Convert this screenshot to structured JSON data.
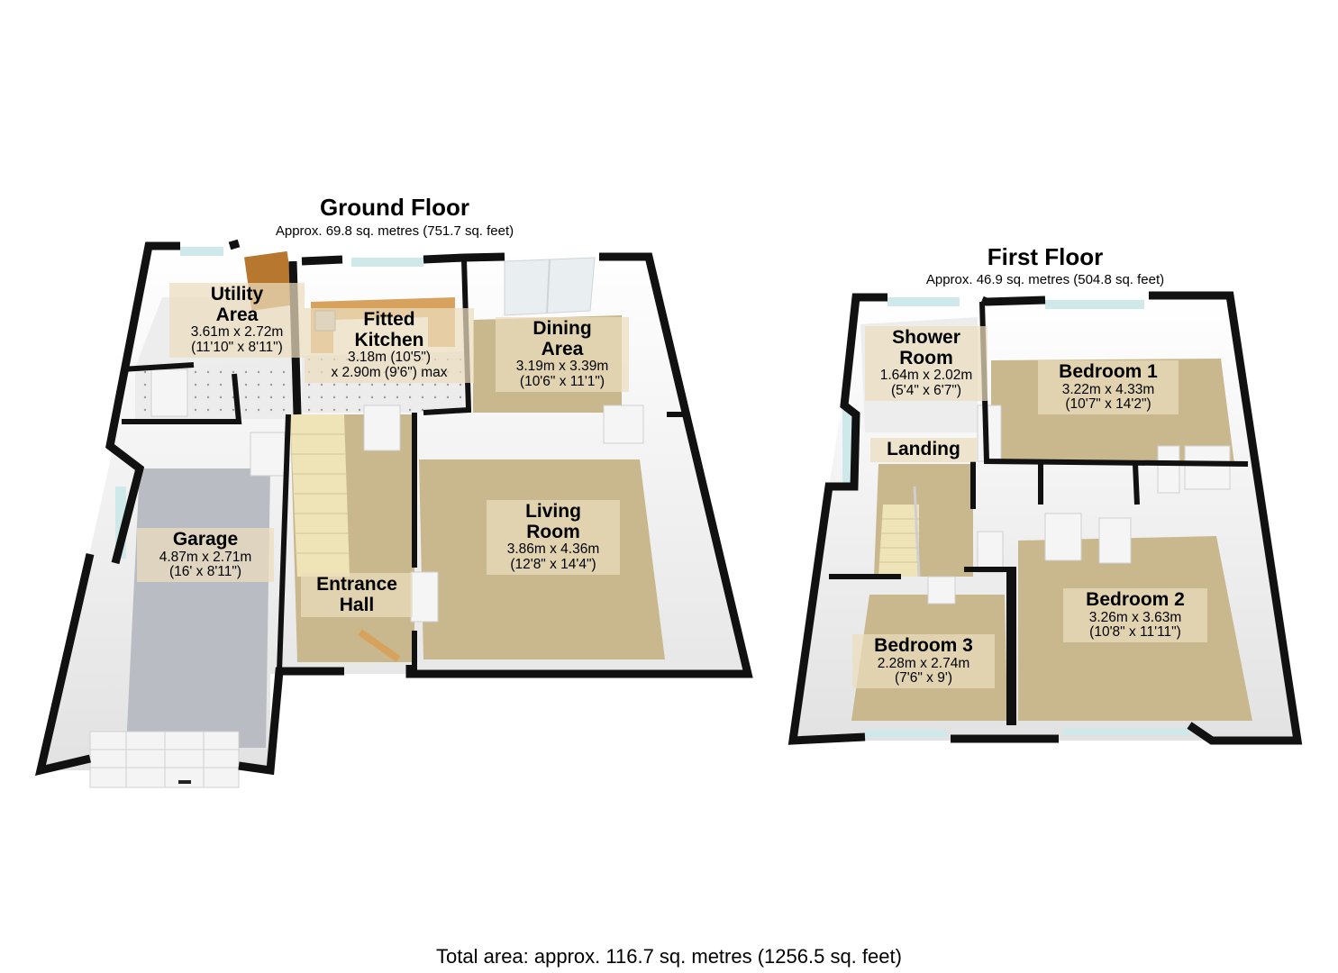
{
  "floors": [
    {
      "title": "Ground Floor",
      "area": "Approx. 69.8 sq. metres (751.7 sq. feet)",
      "rooms": [
        {
          "name_lines": [
            "Utility",
            "Area"
          ],
          "dims": "3.61m x 2.72m",
          "imperial": "(11'10\" x 8'11\")"
        },
        {
          "name_lines": [
            "Fitted",
            "Kitchen"
          ],
          "dims": "3.18m (10'5\")",
          "imperial": "x 2.90m (9'6\") max"
        },
        {
          "name_lines": [
            "Dining",
            "Area"
          ],
          "dims": "3.19m x 3.39m",
          "imperial": "(10'6\" x 11'1\")"
        },
        {
          "name_lines": [
            "Garage"
          ],
          "dims": "4.87m x 2.71m",
          "imperial": "(16' x 8'11\")"
        },
        {
          "name_lines": [
            "Entrance",
            "Hall"
          ],
          "dims": "",
          "imperial": ""
        },
        {
          "name_lines": [
            "Living",
            "Room"
          ],
          "dims": "3.86m x 4.36m",
          "imperial": "(12'8\" x 14'4\")"
        }
      ]
    },
    {
      "title": "First Floor",
      "area": "Approx. 46.9 sq. metres (504.8 sq. feet)",
      "rooms": [
        {
          "name_lines": [
            "Shower",
            "Room"
          ],
          "dims": "1.64m x 2.02m",
          "imperial": "(5'4\" x 6'7\")"
        },
        {
          "name_lines": [
            "Bedroom 1"
          ],
          "dims": "3.22m x 4.33m",
          "imperial": "(10'7\" x 14'2\")"
        },
        {
          "name_lines": [
            "Landing"
          ],
          "dims": "",
          "imperial": ""
        },
        {
          "name_lines": [
            "Bedroom 2"
          ],
          "dims": "3.26m x 3.63m",
          "imperial": "(10'8\" x 11'11\")"
        },
        {
          "name_lines": [
            "Bedroom 3"
          ],
          "dims": "2.28m x 2.74m",
          "imperial": "(7'6\" x 9')"
        }
      ]
    }
  ],
  "total_area": "Total area: approx. 116.7 sq. metres (1256.5 sq. feet)",
  "colors": {
    "wall": "#111111",
    "carpet": "#c9b88e",
    "vinyl_floor": "#e6e6e6",
    "garage_floor": "#b9bcc2",
    "kitchen_counter": "#d7a25d",
    "stairs": "#efe3b8",
    "wall_face": "#f2f2f2",
    "window": "#cfe8ea",
    "label_bg": "#ebdebe"
  }
}
